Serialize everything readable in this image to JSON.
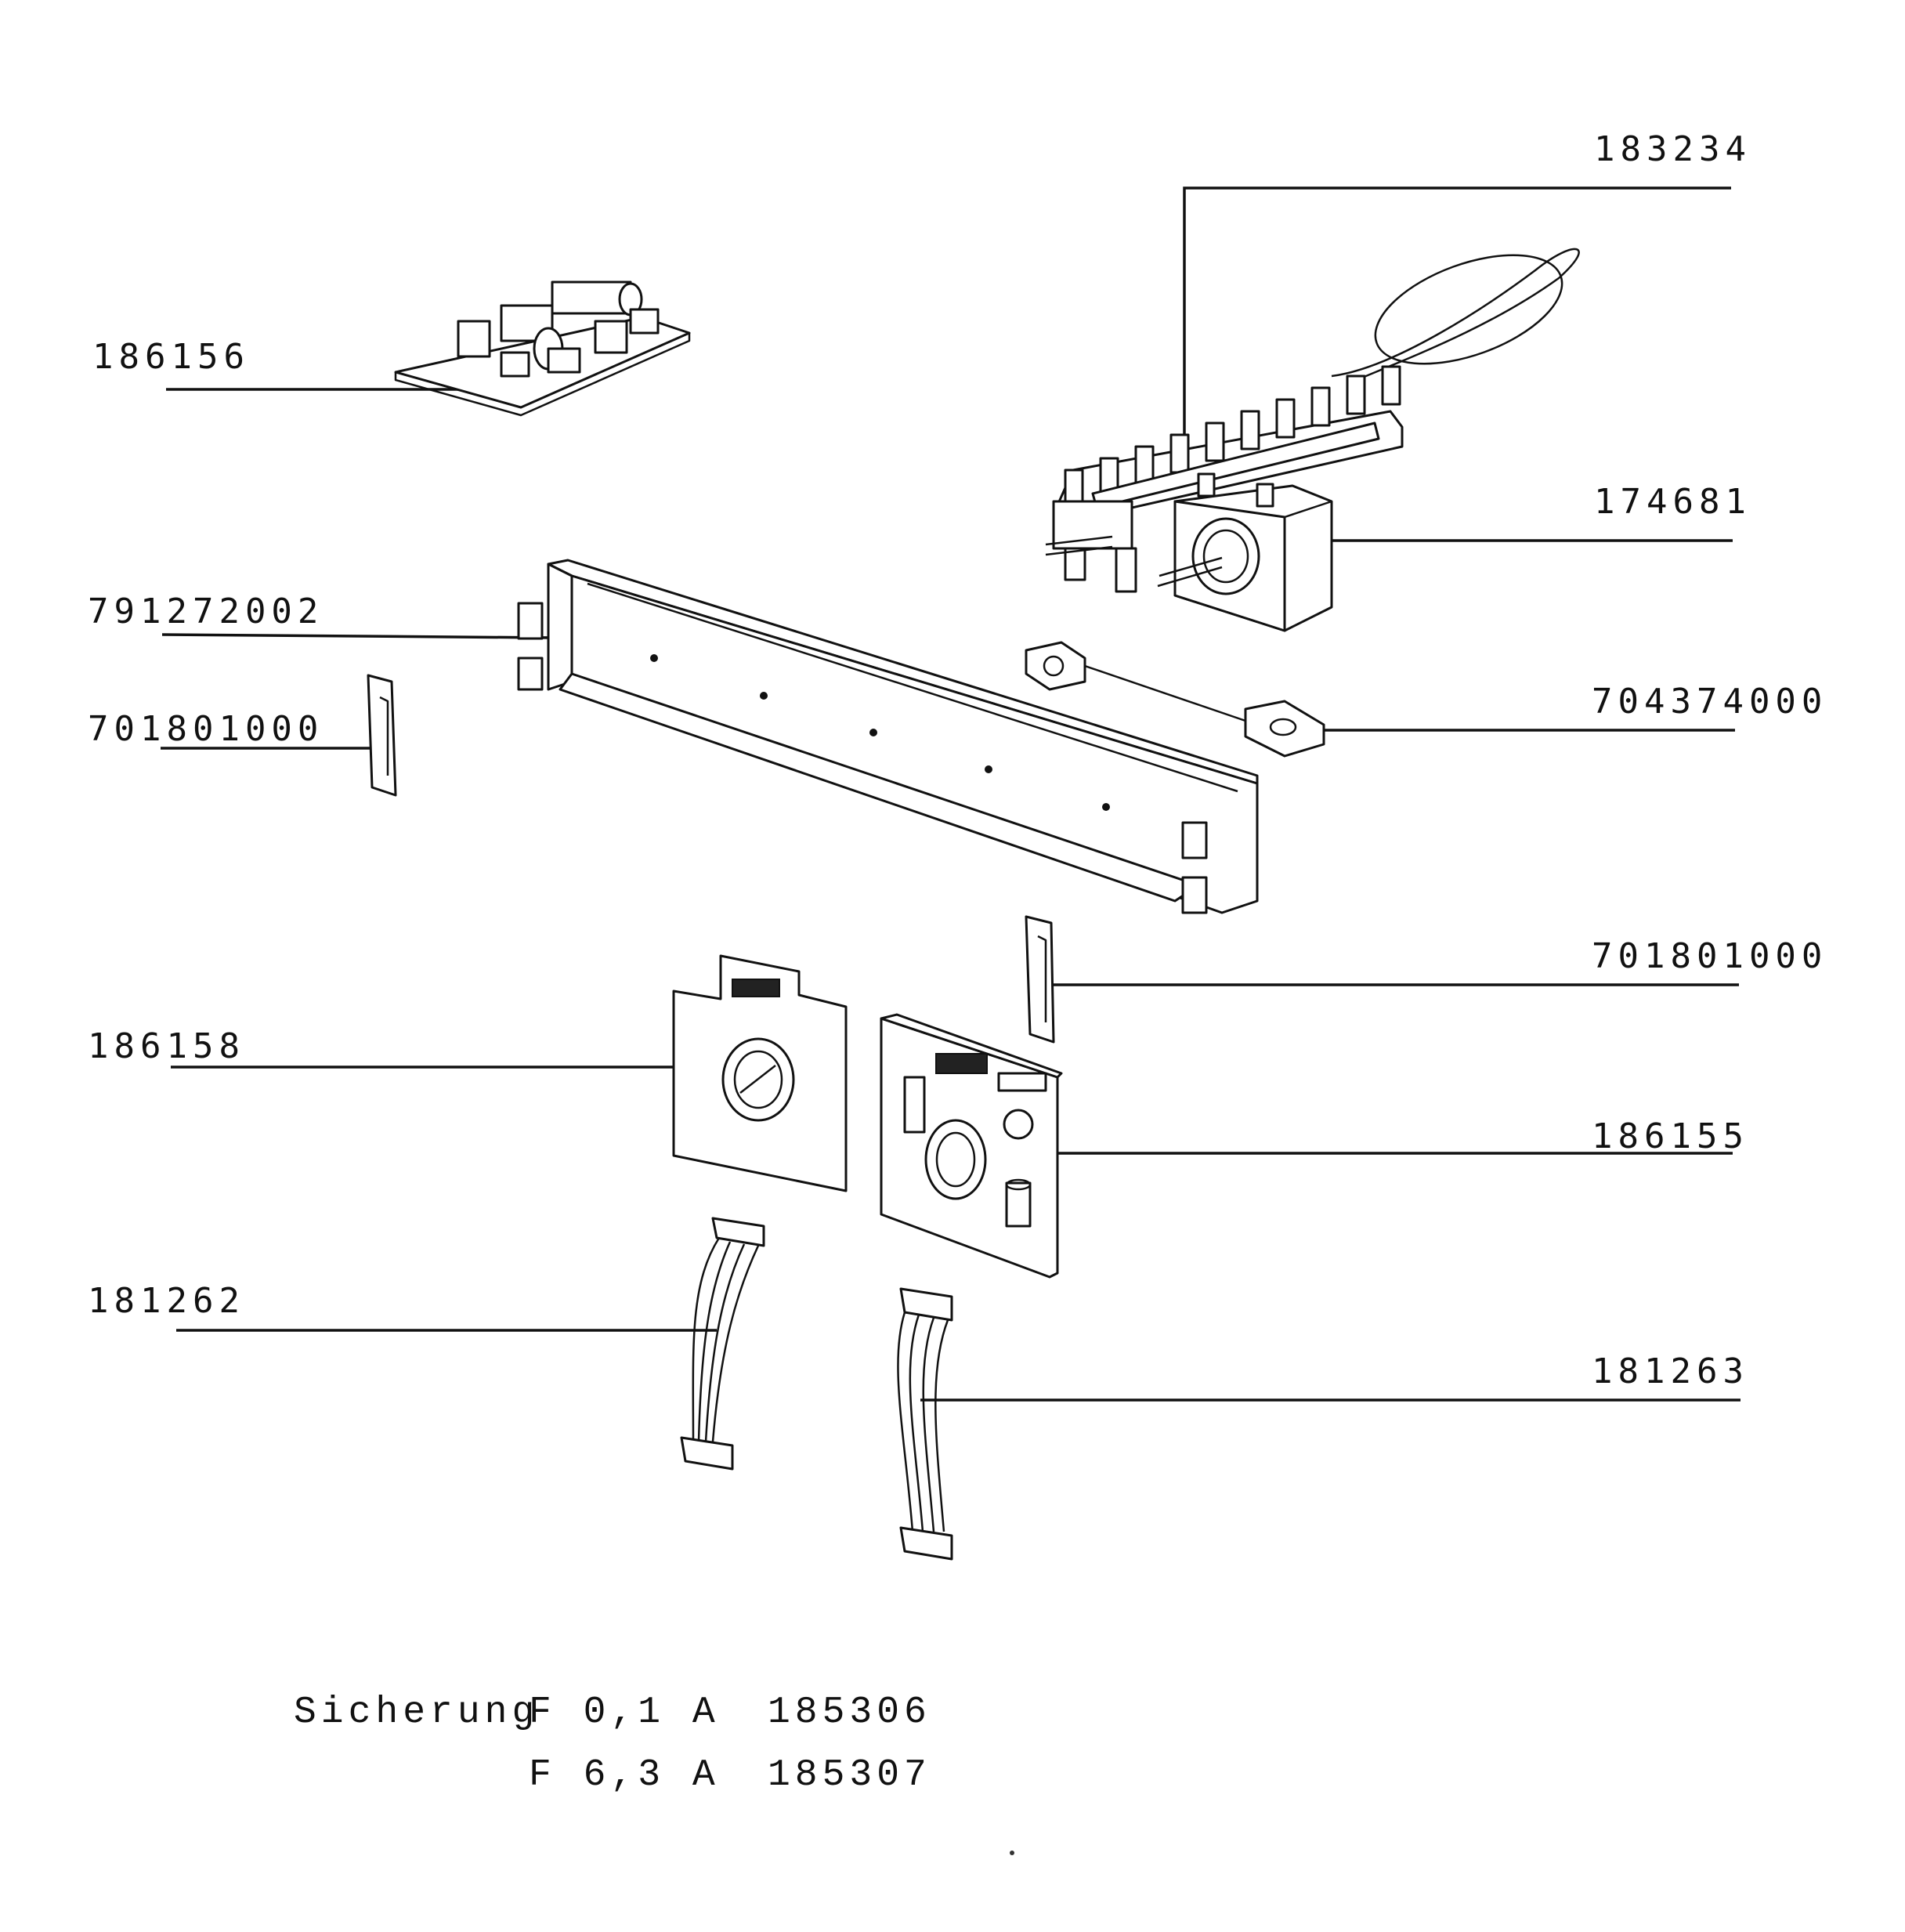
{
  "part_labels": {
    "p183234": "183234",
    "p186156": "186156",
    "p174681": "174681",
    "p791272002": "791272002",
    "p701801000_left": "701801000",
    "p704374000": "704374000",
    "p701801000_right": "701801000",
    "p186158": "186158",
    "p186155": "186155",
    "p181262": "181262",
    "p181263": "181263"
  },
  "fuses": {
    "title": "Sicherung",
    "rows": [
      {
        "rating": "F 0,1 A",
        "part": "185306"
      },
      {
        "rating": "F 6,3 A",
        "part": "185307"
      }
    ]
  }
}
